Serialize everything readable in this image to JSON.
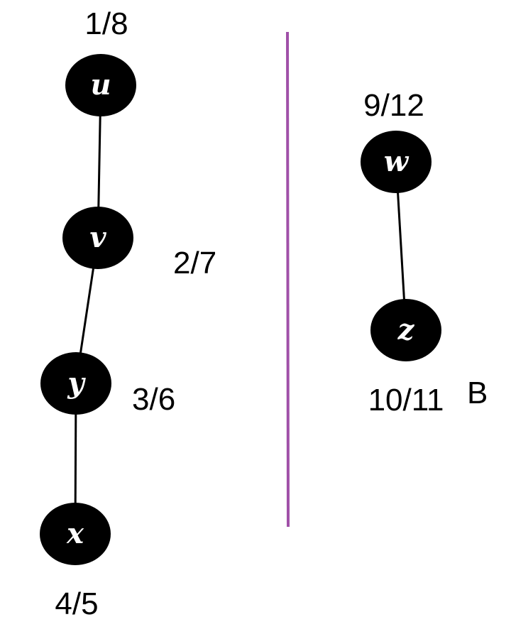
{
  "divider_color": "#a050a8",
  "node_color": "#000000",
  "edge_color": "#000000",
  "nodes": [
    {
      "id": "u",
      "label": "u",
      "times": "1/8"
    },
    {
      "id": "v",
      "label": "v",
      "times": "2/7"
    },
    {
      "id": "y",
      "label": "y",
      "times": "3/6"
    },
    {
      "id": "x",
      "label": "x",
      "times": "4/5"
    },
    {
      "id": "w",
      "label": "w",
      "times": "9/12"
    },
    {
      "id": "z",
      "label": "z",
      "times": "10/11"
    }
  ],
  "edges": [
    {
      "from": "u",
      "to": "v"
    },
    {
      "from": "v",
      "to": "y"
    },
    {
      "from": "y",
      "to": "x"
    },
    {
      "from": "w",
      "to": "z"
    }
  ],
  "annotation": "B"
}
